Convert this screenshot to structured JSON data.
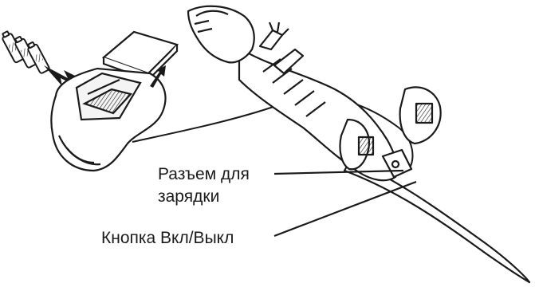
{
  "labels": {
    "charging_port_line1": "Разъем для",
    "charging_port_line2": "зарядки",
    "power_button": "Кнопка Вкл/Выкл"
  },
  "colors": {
    "ink": "#1a1a1a",
    "background": "#ffffff"
  }
}
